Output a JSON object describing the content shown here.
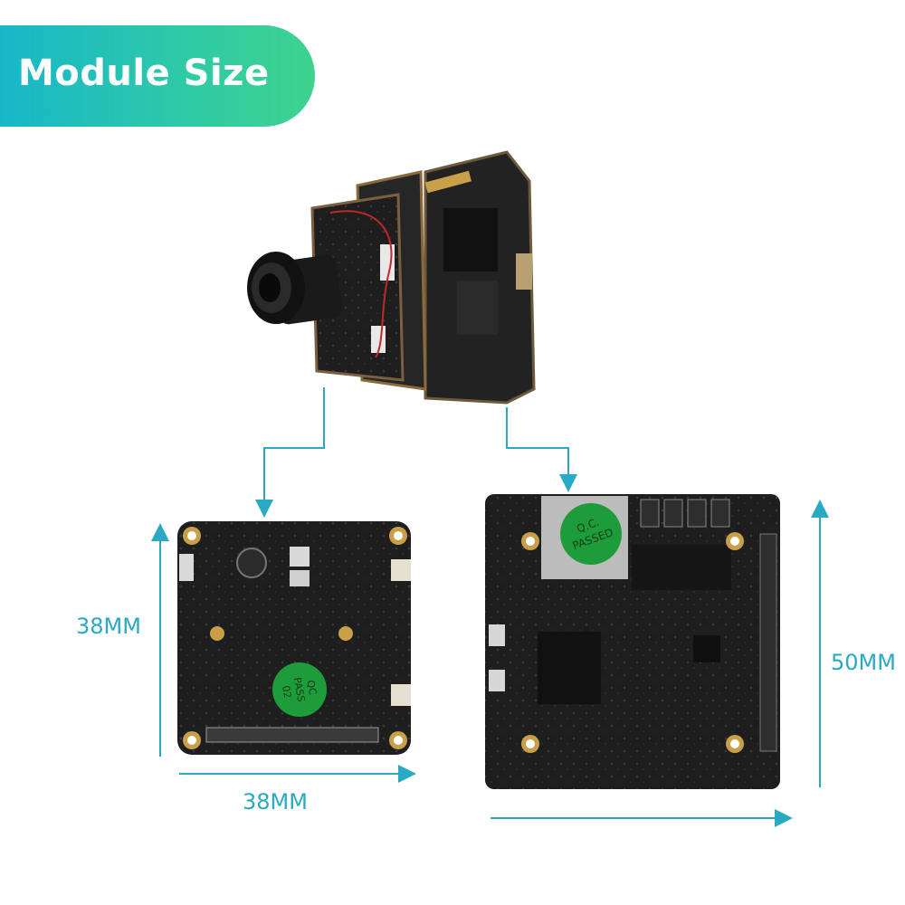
{
  "header": {
    "title": "Module Size"
  },
  "dimensions": {
    "small_height": "38MM",
    "small_width": "38MM",
    "large_height": "50MM"
  },
  "board_labels": {
    "small_sticker": [
      "QC",
      "PASS",
      "02"
    ],
    "large_sticker": [
      "Q.C.",
      "PASSED"
    ]
  },
  "colors": {
    "accent": "#2aa9c4",
    "banner_start": "#17b7c9",
    "banner_end": "#3fd38e",
    "pcb": "#1c1c1c",
    "sticker": "#1f9c3a"
  }
}
